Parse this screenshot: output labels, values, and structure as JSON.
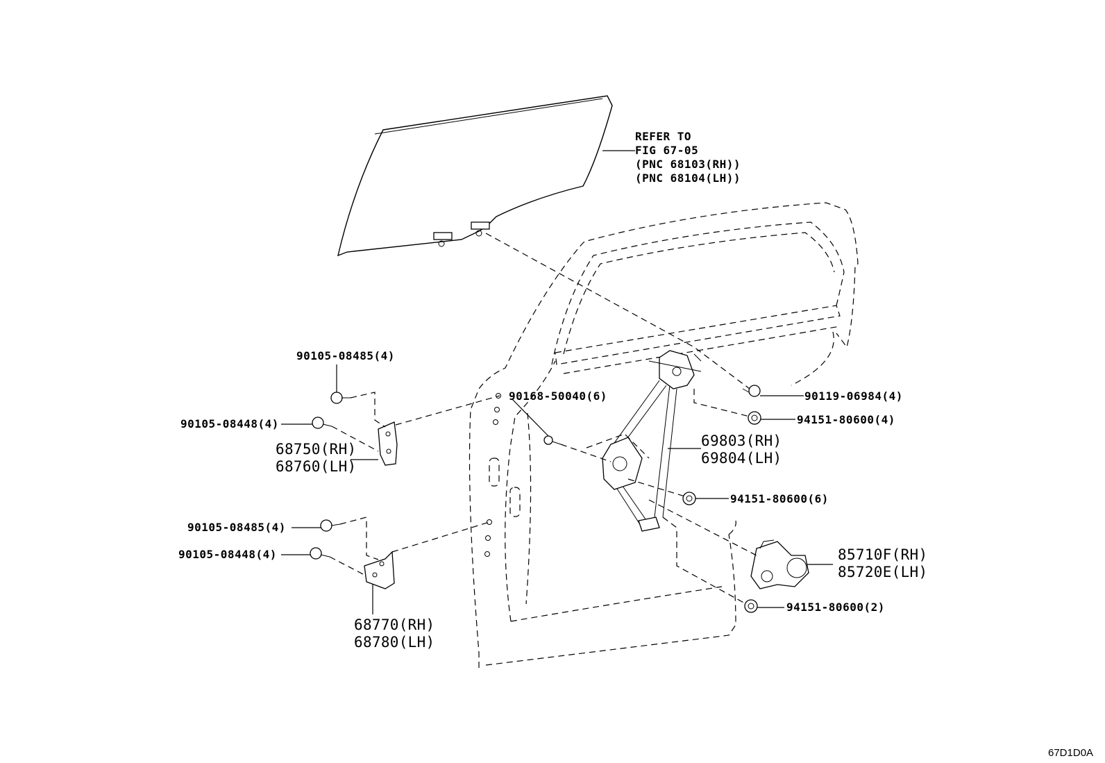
{
  "diagram": {
    "reference_note": [
      "REFER TO",
      "FIG 67-05",
      "(PNC 68103(RH))",
      "(PNC 68104(LH))"
    ],
    "labels": {
      "bolt_upper_hinge_top": "90105-08485(4)",
      "bolt_upper_hinge_side": "90105-08448(4)",
      "upper_hinge": [
        "68750(RH)",
        "68760(LH)"
      ],
      "bolt_lower_hinge_top": "90105-08485(4)",
      "bolt_lower_hinge_side": "90105-08448(4)",
      "lower_hinge": [
        "68770(RH)",
        "68780(LH)"
      ],
      "bolt_regulator_mount": "90168-50040(6)",
      "bolt_glass_channel": "90119-06984(4)",
      "nut_upper": "94151-80600(4)",
      "window_regulator": [
        "69803(RH)",
        "69804(LH)"
      ],
      "nut_middle": "94151-80600(6)",
      "regulator_motor": [
        "85710F(RH)",
        "85720E(LH)"
      ],
      "nut_lower": "94151-80600(2)"
    },
    "figure_code": "67D1D0A"
  }
}
